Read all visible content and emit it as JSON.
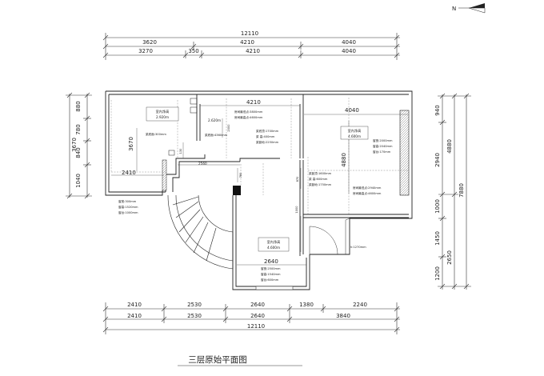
{
  "title": "三层原始平面图",
  "north": "N",
  "dims": {
    "top_total": "12110",
    "top_row1": [
      "3620",
      "4210",
      "4040"
    ],
    "top_row2": [
      "3270",
      "350",
      "4210",
      "4040"
    ],
    "bottom_row1": [
      "2410",
      "2530",
      "2640",
      "1380",
      "2240"
    ],
    "bottom_row2": [
      "2410",
      "2530",
      "2640",
      "3840"
    ],
    "bottom_total": "12110",
    "left_col1": [
      "880",
      "780",
      "840",
      "1040"
    ],
    "left_total": "3670",
    "right_col1": [
      "940",
      "2940",
      "1000",
      "1450",
      "1200"
    ],
    "right_col2": [
      "4880",
      "2650"
    ],
    "right_total": "7880"
  },
  "rooms": {
    "left": {
      "name": "室内净高",
      "height": "2.920m",
      "beam": "梁底面:300mm",
      "dim_v": "3670",
      "dim_h": "2410",
      "win1": "窗宽:300mm",
      "win2": "窗高:1520mm",
      "win3": "窗台:1000mm"
    },
    "middle": {
      "level": "2.620m",
      "beam_left": "梁底面:4360mm",
      "dim_4210": "4210",
      "h_low": "房间最低点:3800mm",
      "h_high": "房间最高点:4600mm",
      "beam_top": "梁底顶:1700mm",
      "beam_high": "梁  高:400mm",
      "beam_floor": "梁距地:2250mm",
      "dim_2000": "2000",
      "dim_130": "130",
      "dim_2560": "2560",
      "dim_780": "780",
      "dim_870": "870",
      "dim_1000": "1000"
    },
    "right": {
      "name": "室内净高",
      "height": "4.600m",
      "dim_4040": "4040",
      "dim_4880": "4880",
      "win1": "窗宽:2000mm",
      "win2": "窗高:2040mm",
      "win3": "窗台:170mm",
      "beam1": "梁距顶:1600mm",
      "beam2": "梁  高:600mm",
      "beam3": "梁距地:1750mm",
      "h_low": "房间最低点:2940mm",
      "h_high": "房间最高点:4600mm"
    },
    "bottom": {
      "name": "室内净高",
      "height": "4.600m",
      "dim_2640": "2640",
      "win1": "窗宽:2500mm",
      "win2": "窗高:1540mm",
      "win3": "窗台:600mm",
      "door": "h:1270mm"
    }
  }
}
